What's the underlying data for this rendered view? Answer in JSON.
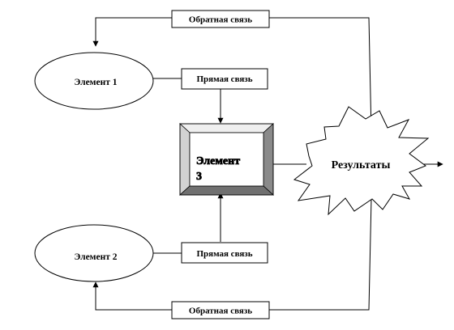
{
  "feedback_top": "Обратная связь",
  "feedback_bottom": "Обратная связь",
  "direct_top": "Прямая связь",
  "direct_bottom": "Прямая связь",
  "element1": "Элемент 1",
  "element2": "Элемент 2",
  "element3": {
    "line1": "Элемент",
    "line2": "3"
  },
  "results": "Результаты",
  "colors": {
    "line": "#000000",
    "box_face": "#ffffff",
    "bevel_light": "#efefef",
    "bevel_mid": "#d2d2d2",
    "bevel_dark": "#8a8a8a",
    "bevel_darker": "#707070"
  }
}
